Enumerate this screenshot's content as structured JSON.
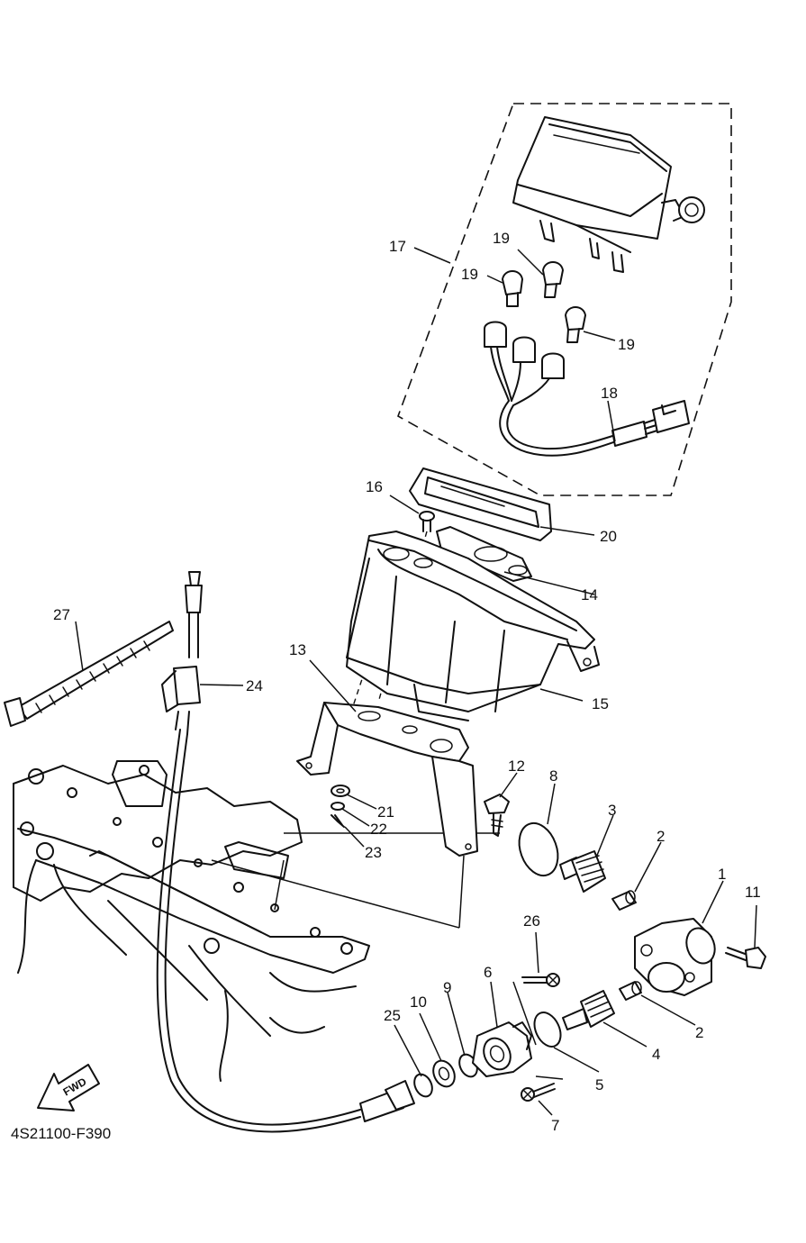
{
  "diagram": {
    "code": "4S21100-F390",
    "fwd_label": "FWD",
    "callouts": [
      "1",
      "2",
      "2",
      "3",
      "4",
      "5",
      "6",
      "7",
      "8",
      "9",
      "10",
      "11",
      "12",
      "13",
      "14",
      "15",
      "16",
      "17",
      "18",
      "19",
      "19",
      "19",
      "20",
      "21",
      "22",
      "23",
      "24",
      "25",
      "26",
      "27"
    ]
  }
}
